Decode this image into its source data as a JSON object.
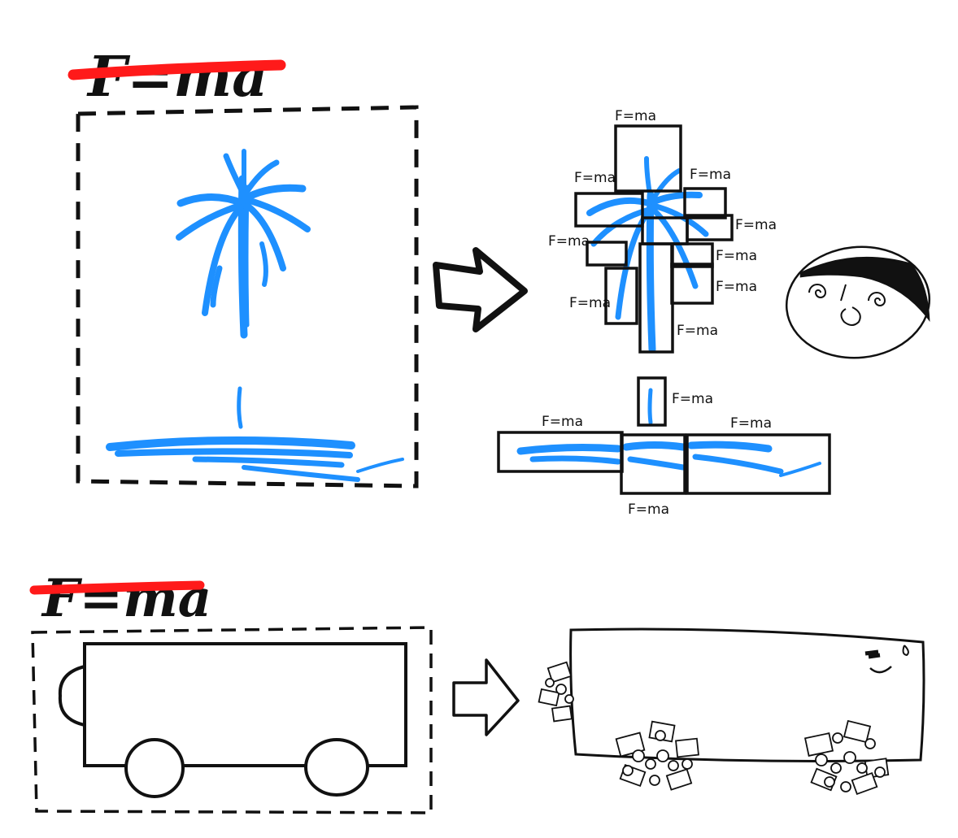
{
  "top_section": {
    "crossed_formula": "F=ma",
    "strike_color": "#ff1a1a",
    "tree_color": "#1e90ff",
    "labels": [
      "F=ma",
      "F=ma",
      "F=ma",
      "F=ma",
      "F=ma",
      "F=ma",
      "F=ma",
      "F=ma",
      "F=ma"
    ],
    "ground_labels": [
      "F=ma",
      "F=ma",
      "F=ma",
      "F=ma"
    ]
  },
  "bottom_section": {
    "crossed_formula": "F=ma"
  },
  "icons": {
    "arrow": "right-arrow-icon",
    "face": "dizzy-face-icon"
  }
}
